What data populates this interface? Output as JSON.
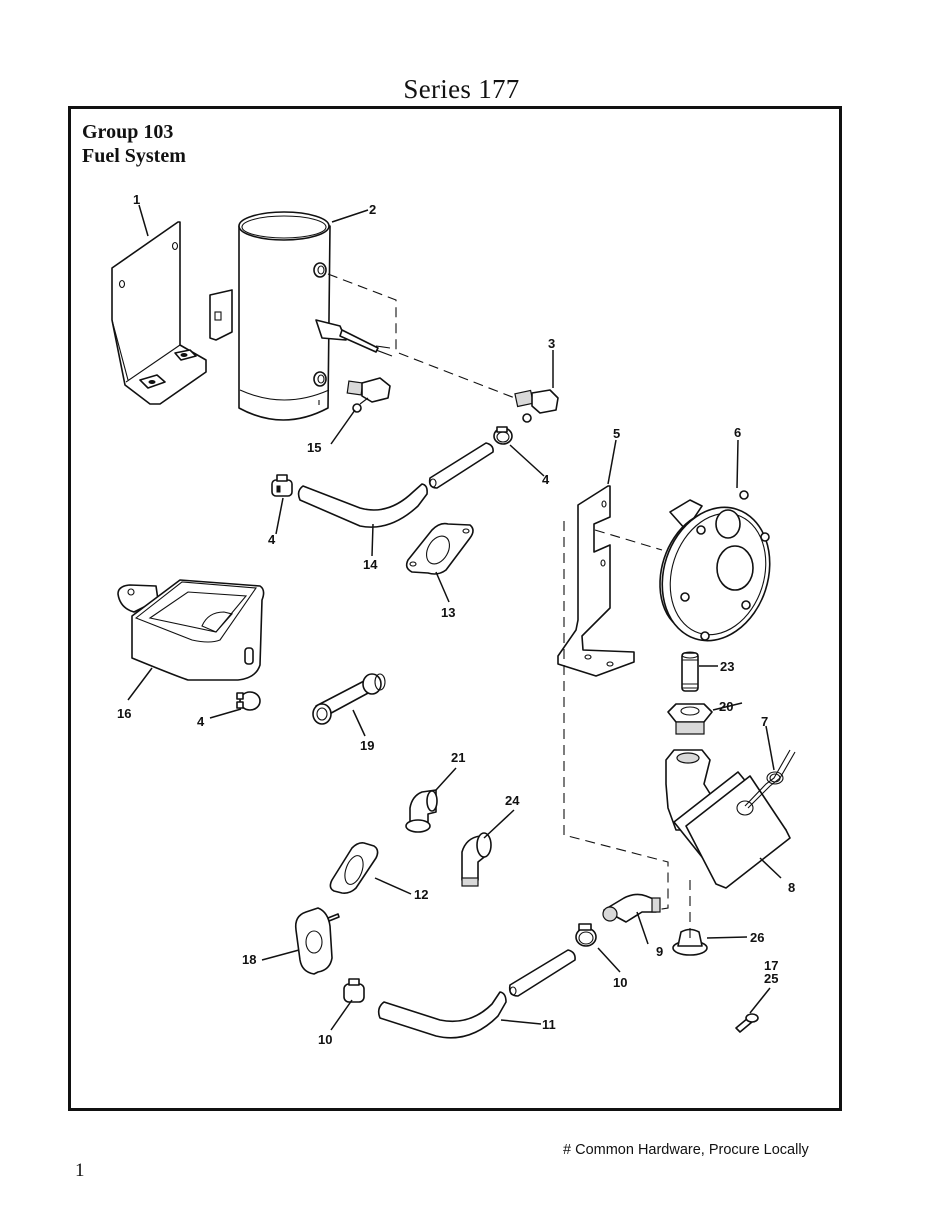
{
  "page": {
    "series_title": "Series 177",
    "group_title": "Group 103",
    "group_subtitle": "Fuel System",
    "footnote": "# Common Hardware, Procure Locally",
    "page_number": "1"
  },
  "diagram": {
    "type": "exploded-parts-diagram",
    "subject": "Fuel System",
    "parts": [
      {
        "ref": "1",
        "depicts": "mounting bracket (L-shaped)"
      },
      {
        "ref": "2",
        "depicts": "fuel filter canister"
      },
      {
        "ref": "3",
        "depicts": "elbow fitting"
      },
      {
        "ref": "4",
        "depicts": "hose clamp"
      },
      {
        "ref": "5",
        "depicts": "regulator bracket"
      },
      {
        "ref": "6",
        "depicts": "fuel regulator"
      },
      {
        "ref": "7",
        "depicts": "wire leads"
      },
      {
        "ref": "8",
        "depicts": "solenoid valve"
      },
      {
        "ref": "9",
        "depicts": "elbow hose fitting"
      },
      {
        "ref": "10",
        "depicts": "hose clamp"
      },
      {
        "ref": "11",
        "depicts": "fuel hose"
      },
      {
        "ref": "12",
        "depicts": "gasket"
      },
      {
        "ref": "13",
        "depicts": "gasket"
      },
      {
        "ref": "14",
        "depicts": "fuel hose"
      },
      {
        "ref": "15",
        "depicts": "elbow fitting"
      },
      {
        "ref": "16",
        "depicts": "fuel tray"
      },
      {
        "ref": "17",
        "depicts": "hardware"
      },
      {
        "ref": "18",
        "depicts": "mounting plate with stud"
      },
      {
        "ref": "19",
        "depicts": "hose nipple"
      },
      {
        "ref": "20",
        "depicts": "reducer bushing"
      },
      {
        "ref": "21",
        "depicts": "elbow"
      },
      {
        "ref": "23",
        "depicts": "pipe nipple"
      },
      {
        "ref": "24",
        "depicts": "street elbow"
      },
      {
        "ref": "25",
        "depicts": "ring terminal"
      },
      {
        "ref": "26",
        "depicts": "cap"
      }
    ],
    "callouts": {
      "c1": "1",
      "c2": "2",
      "c3": "3",
      "c4a": "4",
      "c4b": "4",
      "c4c": "4",
      "c5": "5",
      "c6": "6",
      "c7": "7",
      "c8": "8",
      "c9": "9",
      "c10a": "10",
      "c10b": "10",
      "c11": "11",
      "c12": "12",
      "c13": "13",
      "c14": "14",
      "c15": "15",
      "c16": "16",
      "c17": "17",
      "c18": "18",
      "c19": "19",
      "c20": "20",
      "c21": "21",
      "c23": "23",
      "c24": "24",
      "c25": "25",
      "c26": "26"
    }
  }
}
